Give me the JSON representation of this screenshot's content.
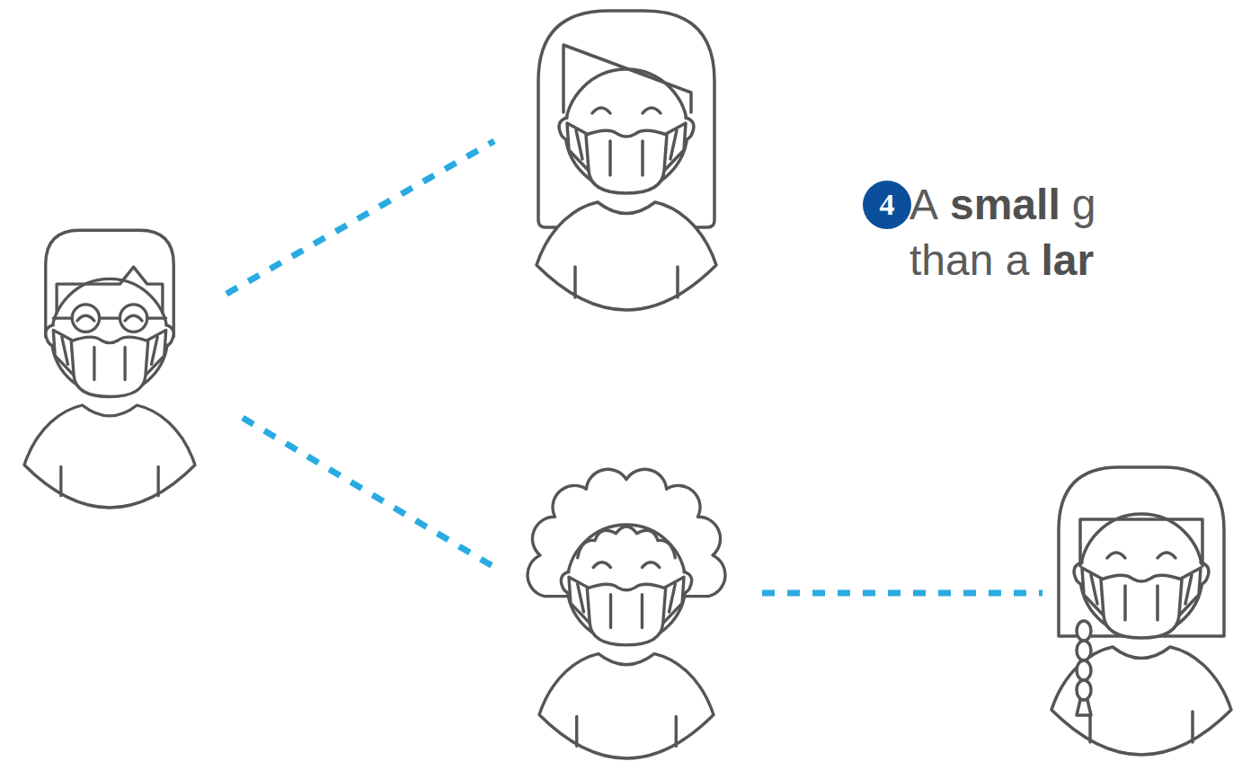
{
  "diagram": {
    "nodes": [
      {
        "text": [
          "4"
        ]
      }
    ],
    "labels": [
      "A",
      "small",
      "g",
      "than a",
      "lar"
    ]
  }
}
